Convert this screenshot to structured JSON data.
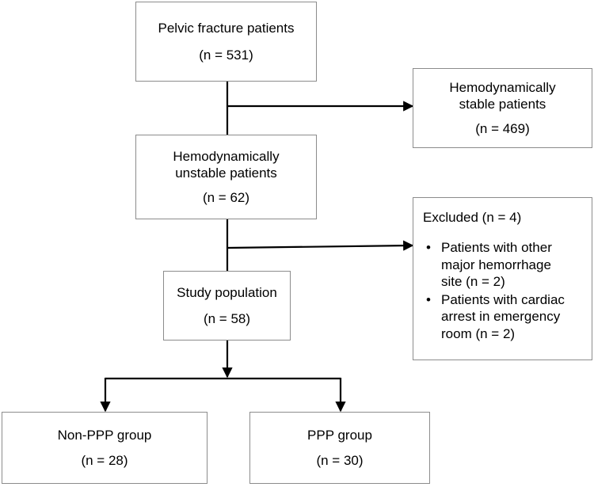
{
  "boxes": {
    "pelvic": {
      "title": "Pelvic fracture patients",
      "n": "(n = 531)"
    },
    "stable": {
      "title_l1": "Hemodynamically",
      "title_l2": "stable patients",
      "n": "(n = 469)"
    },
    "unstable": {
      "title_l1": "Hemodynamically",
      "title_l2": "unstable patients",
      "n": "(n = 62)"
    },
    "excluded": {
      "title": "Excluded (n = 4)",
      "items": [
        {
          "line1": "Patients with other",
          "line2": "major hemorrhage",
          "line3": "site (n = 2)"
        },
        {
          "line1": "Patients with cardiac",
          "line2": "arrest in emergency",
          "line3": "room (n = 2)"
        }
      ]
    },
    "study": {
      "title": "Study population",
      "n": "(n = 58)"
    },
    "non_ppp": {
      "title": "Non-PPP group",
      "n": "(n = 28)"
    },
    "ppp": {
      "title": "PPP group",
      "n": "(n = 30)"
    }
  }
}
